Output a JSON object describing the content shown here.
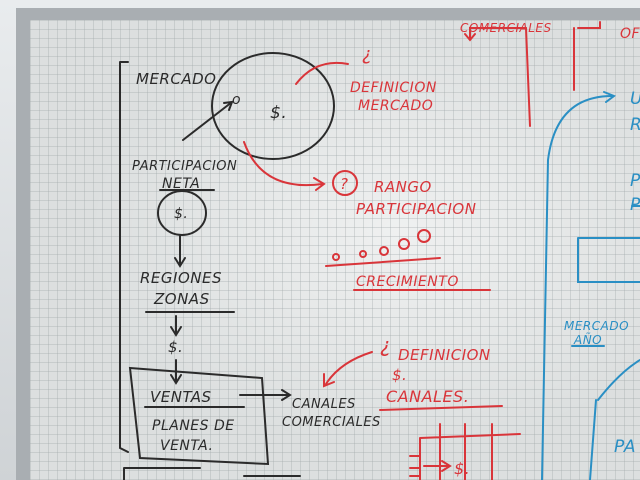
{
  "black_text": {
    "mercado": "MERCADO",
    "circle_small_o": "o",
    "circle_dollar": "$.",
    "participacion": "PARTICIPACION",
    "neta": "NETA",
    "small_circle_dollar": "$.",
    "regiones": "REGIONES",
    "zonas": "ZONAS",
    "dollar_mid": "$.",
    "ventas": "VENTAS",
    "planes_de": "PLANES DE",
    "venta": "VENTA.",
    "canales_comerciales_line1": "CANALES",
    "canales_comerciales_line2": "COMERCIALES"
  },
  "red_text": {
    "comerciales_top": "COMERCIALES",
    "top_right_fragment": "OF",
    "q1_mark": "¿",
    "definicion": "DEFINICION",
    "mercado": "MERCADO",
    "q2_mark": "?",
    "rango": "RANGO",
    "participacion": "PARTICIPACION",
    "crecimiento": "CRECIMIENTO",
    "q3_mark": "¿",
    "definicion_2": "DEFINICION",
    "dollar": "$.",
    "canales": "CANALES.",
    "arrow_dollar": "$."
  },
  "blue_text": {
    "fragment_u": "U",
    "fragment_r": "R",
    "fragment_p": "P",
    "fragment_big_p": "P",
    "mercado_ano_line1": "MERCADO",
    "mercado_ano_line2": "AÑO",
    "pa": "PA"
  },
  "colors": {
    "board": "#dcdfdf",
    "frame": "#a9aeb2",
    "black_ink": "#2b2b2b",
    "red_ink": "#d9353a",
    "blue_ink": "#2a8fc4"
  }
}
